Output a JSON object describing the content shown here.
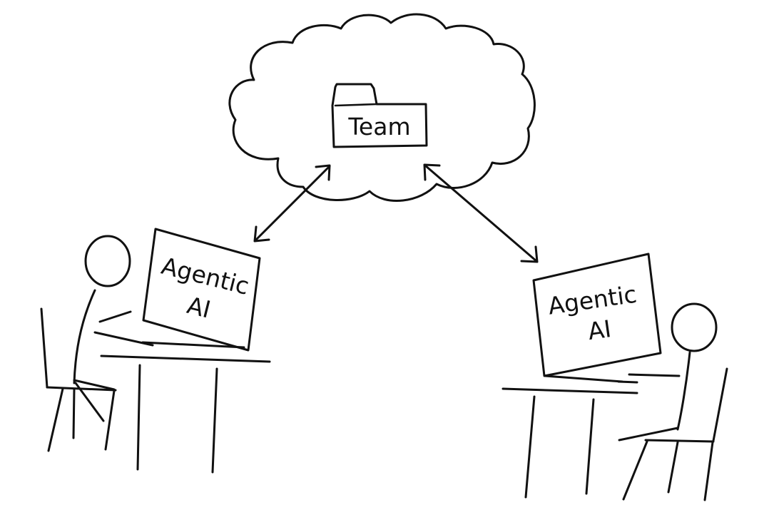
{
  "cloud": {
    "folder_label": "Team"
  },
  "left_workstation": {
    "screen_line1": "Agentic",
    "screen_line2": "AI"
  },
  "right_workstation": {
    "screen_line1": "Agentic",
    "screen_line2": "AI"
  },
  "colors": {
    "ink": "#111111",
    "background": "#ffffff"
  }
}
